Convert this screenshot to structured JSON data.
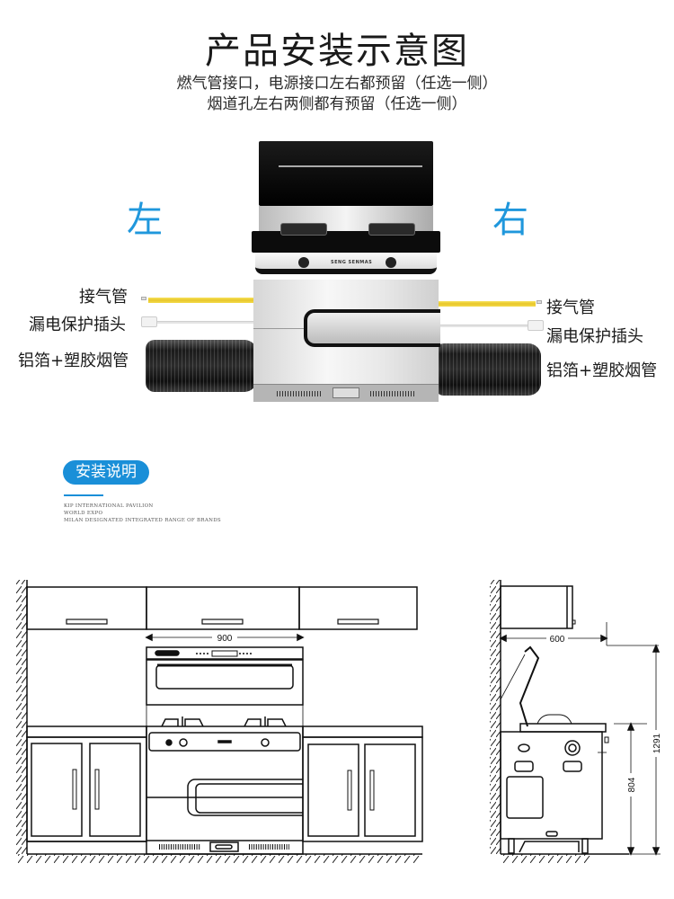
{
  "header": {
    "title": "产品安装示意图",
    "subtitle_line1": "燃气管接口，电源接口左右都预留（任选一侧）",
    "subtitle_line2": "烟道孔左右两侧都有预留（任选一侧）"
  },
  "product_view": {
    "left_label": "左",
    "right_label": "右",
    "accent_color": "#1f97dc",
    "brand_text": "SENG SENMAS",
    "connections_left": [
      {
        "label": "接气管",
        "type": "gas-pipe",
        "color": "#e8c62a"
      },
      {
        "label": "漏电保护插头",
        "type": "power-plug",
        "color": "#e4e4e4"
      },
      {
        "label": "铝箔+塑胶烟管",
        "type": "exhaust-duct",
        "color": "#1a1a1a"
      }
    ],
    "connections_right": [
      {
        "label": "接气管",
        "type": "gas-pipe",
        "color": "#e8c62a"
      },
      {
        "label": "漏电保护插头",
        "type": "power-plug",
        "color": "#e4e4e4"
      },
      {
        "label": "铝箔+塑胶烟管",
        "type": "exhaust-duct",
        "color": "#1a1a1a"
      }
    ]
  },
  "section": {
    "badge_label": "安装说明",
    "badge_color": "#1a8fd8",
    "caption_lines": [
      "KIP INTERNATIONAL PAVILION",
      "WORLD EXPO",
      "MILAN DESIGNATED INTEGRATED RANGE OF BRANDS"
    ]
  },
  "drawings": {
    "front": {
      "width_dim": "900"
    },
    "side": {
      "depth_dim": "600",
      "counter_height_dim": "804",
      "total_height_dim": "1291"
    }
  }
}
